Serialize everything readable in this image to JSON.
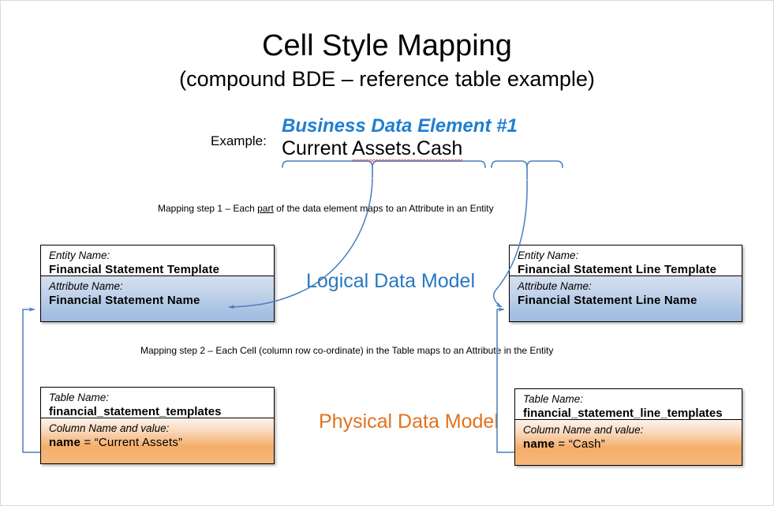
{
  "title": {
    "main": "Cell Style Mapping",
    "sub": "(compound BDE – reference table example)"
  },
  "example": {
    "label": "Example:",
    "bde_caption": "Business Data Element #1",
    "bde_part1": "Current ",
    "bde_part2": "Assets.Cash",
    "bde_full": "Current Assets.Cash"
  },
  "steps": {
    "step1_pre": "Mapping step 1 – Each ",
    "step1_underlined": "part",
    "step1_post": " of the data element maps to an Attribute in an Entity",
    "step2": "Mapping step 2 – Each Cell (column row co-ordinate) in the Table maps to an Attribute in the Entity"
  },
  "captions": {
    "logical": "Logical Data Model",
    "physical": "Physical Data Model"
  },
  "entity_left": {
    "name_caption": "Entity Name:",
    "name_value": "Financial Statement Template",
    "attr_caption": "Attribute Name:",
    "attr_value": "Financial Statement Name"
  },
  "entity_right": {
    "name_caption": "Entity Name:",
    "name_value": "Financial Statement Line Template",
    "attr_caption": "Attribute Name:",
    "attr_value": "Financial Statement Line Name"
  },
  "table_left": {
    "name_caption": "Table Name:",
    "name_value": "financial_statement_templates",
    "col_caption": "Column Name and value:",
    "col_key": "name",
    "col_rest": " = “Current Assets”"
  },
  "table_right": {
    "name_caption": "Table Name:",
    "name_value": "financial_statement_line_templates",
    "col_caption": "Column Name and value:",
    "col_key": "name",
    "col_rest": " = “Cash”"
  },
  "colors": {
    "accent_blue": "#2878c0",
    "accent_orange": "#e2721d",
    "connector_blue": "#4a7ebb",
    "band_blue": "#aac3e4",
    "band_orange": "#f5ae6a",
    "spellcheck_red": "#e8342a"
  }
}
